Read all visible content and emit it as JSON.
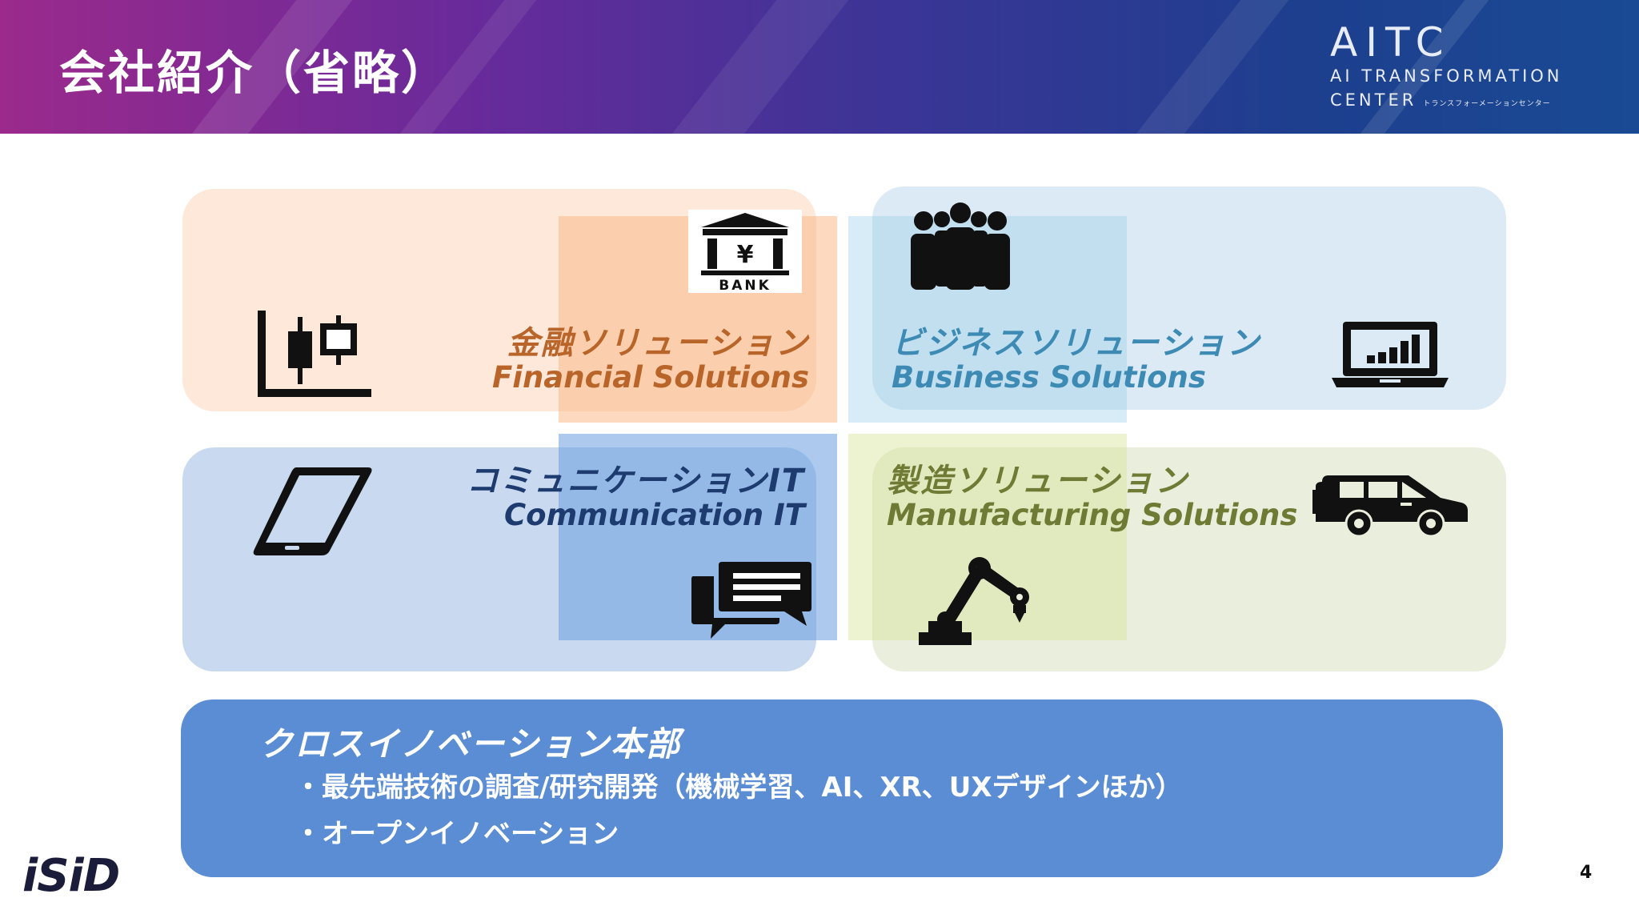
{
  "header": {
    "title": "会社紹介（省略）",
    "logo_main": "AITC",
    "logo_line1": "AI TRANSFORMATION",
    "logo_line2": "CENTER",
    "logo_kana": "トランスフォーメーションセンター"
  },
  "quadrants": {
    "financial": {
      "title_jp": "金融ソリューション",
      "title_en": "Financial Solutions",
      "bank_label": "BANK"
    },
    "business": {
      "title_jp": "ビジネスソリューション",
      "title_en": "Business Solutions"
    },
    "communication": {
      "title_jp": "コミュニケーションIT",
      "title_en": "Communication IT"
    },
    "manufacturing": {
      "title_jp": "製造ソリューション",
      "title_en": "Manufacturing Solutions"
    }
  },
  "cross_innovation": {
    "title": "クロスイノベーション本部",
    "bullets": [
      "・最先端技術の調査/研究開発（機械学習、AI、XR、UXデザインほか）",
      "・オープンイノベーション"
    ]
  },
  "footer": {
    "brand": "iSiD",
    "page_number": "4"
  },
  "colors": {
    "financial": "#fde8d9",
    "business": "#dbeaf4",
    "communication": "#c8d9f0",
    "manufacturing": "#eaeedc",
    "cross_innovation": "#5a8dd4"
  }
}
